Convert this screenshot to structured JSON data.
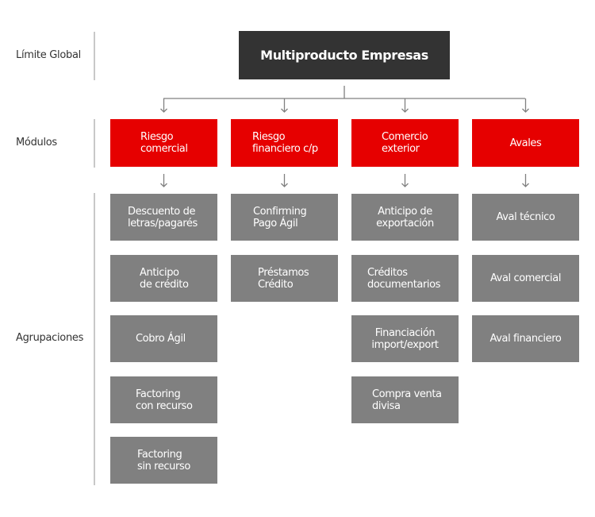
{
  "row_labels": {
    "global_limit": "Límite Global",
    "modules": "Módulos",
    "groupings": "Agrupaciones"
  },
  "root": {
    "label": "Multiproducto Empresas"
  },
  "colors": {
    "root": "#333333",
    "module": "#e60000",
    "group": "#808080",
    "connector": "#808080"
  },
  "modules": [
    {
      "label": "Riesgo\ncomercial",
      "groups": [
        "Descuento de\nletras/pagarés",
        "Anticipo\nde crédito",
        "Cobro Ágil",
        "Factoring\ncon recurso",
        "Factoring\nsin recurso"
      ]
    },
    {
      "label": "Riesgo\nfinanciero c/p",
      "groups": [
        "Confirming\nPago Ágil",
        "Préstamos\nCrédito"
      ]
    },
    {
      "label": "Comercio\nexterior",
      "groups": [
        "Anticipo de\nexportación",
        "Créditos\ndocumentarios",
        "Financiación\nimport/export",
        "Compra venta\ndivisa"
      ]
    },
    {
      "label": "Avales",
      "groups": [
        "Aval técnico",
        "Aval comercial",
        "Aval financiero"
      ]
    }
  ]
}
